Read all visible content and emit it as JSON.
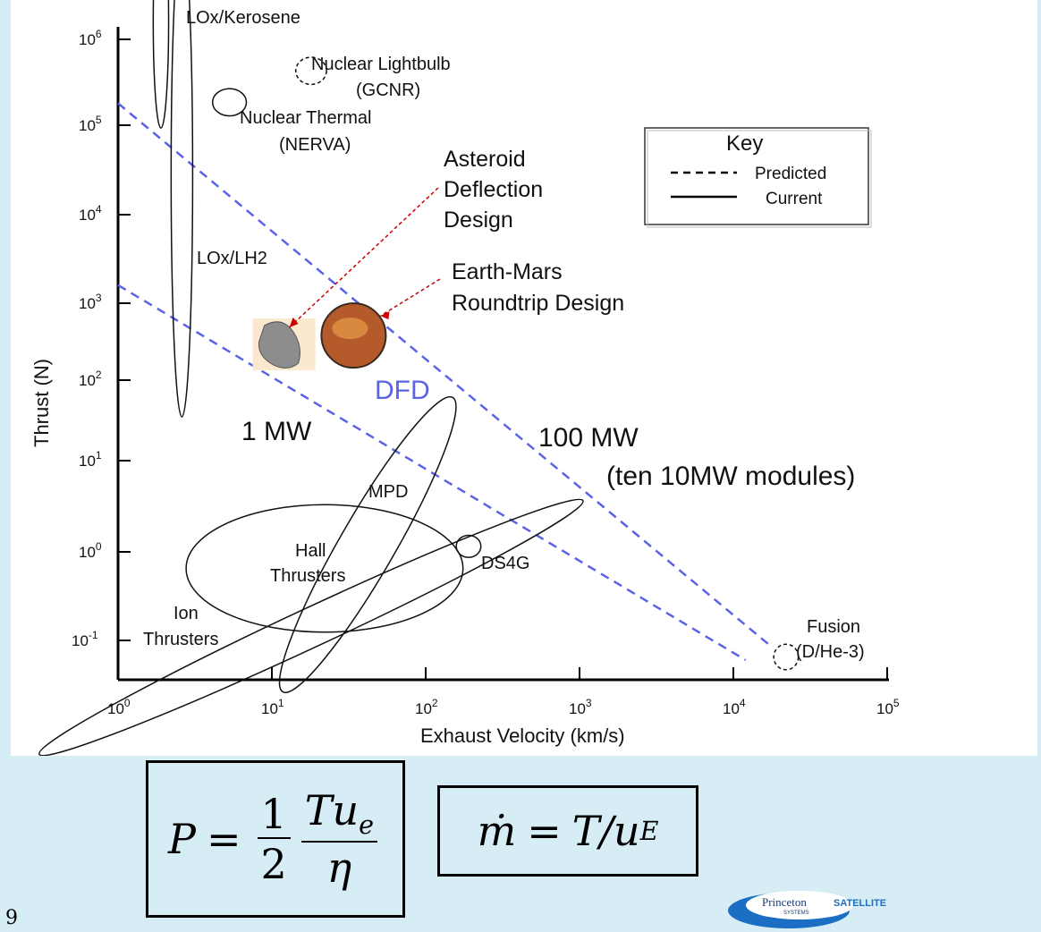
{
  "chart_data": {
    "type": "scatter",
    "title": "",
    "xlabel": "Exhaust Velocity (km/s)",
    "ylabel": "Thrust (N)",
    "x_scale": "log",
    "y_scale": "log",
    "xlim": [
      1,
      100000
    ],
    "ylim": [
      0.05,
      1000000
    ],
    "grid": false,
    "x_ticks": [
      {
        "value": 1,
        "base": "10",
        "exp": "0"
      },
      {
        "value": 10,
        "base": "10",
        "exp": "1"
      },
      {
        "value": 100,
        "base": "10",
        "exp": "2"
      },
      {
        "value": 1000,
        "base": "10",
        "exp": "3"
      },
      {
        "value": 10000,
        "base": "10",
        "exp": "4"
      },
      {
        "value": 100000,
        "base": "10",
        "exp": "5"
      }
    ],
    "y_ticks": [
      {
        "value": 0.1,
        "base": "10",
        "exp": "-1"
      },
      {
        "value": 1,
        "base": "10",
        "exp": "0"
      },
      {
        "value": 10,
        "base": "10",
        "exp": "1"
      },
      {
        "value": 100,
        "base": "10",
        "exp": "2"
      },
      {
        "value": 1000,
        "base": "10",
        "exp": "3"
      },
      {
        "value": 10000,
        "base": "10",
        "exp": "4"
      },
      {
        "value": 100000,
        "base": "10",
        "exp": "5"
      },
      {
        "value": 1000000,
        "base": "10",
        "exp": "6"
      }
    ],
    "power_lines": [
      {
        "name": "1 MW",
        "color": "#5b62e6",
        "x": [
          1,
          12000
        ],
        "y": [
          1600,
          0.06
        ]
      },
      {
        "name": "100 MW",
        "color": "#5b62e6",
        "x": [
          1,
          17000
        ],
        "y": [
          180000,
          0.09
        ]
      }
    ],
    "line_annotations": {
      "dfd": "DFD",
      "one_mw": "1 MW",
      "hundred_mw": "100 MW",
      "modules": "(ten 10MW modules)"
    },
    "regions": [
      {
        "id": "lox-kerosene",
        "label": [
          "LOx/Kerosene"
        ],
        "style": "solid",
        "cx": 1.9,
        "cy": 1600000,
        "rx_dec": 0.05,
        "ry_dec": 1.25,
        "rot": 0
      },
      {
        "id": "lox-lh2",
        "label": [
          "LOx/LH2"
        ],
        "style": "solid",
        "cx": 2.6,
        "cy": 28000,
        "rx_dec": 0.07,
        "ry_dec": 2.85,
        "rot": 0
      },
      {
        "id": "nuclear-thermal",
        "label": [
          "Nuclear Thermal",
          "(NERVA)"
        ],
        "style": "solid",
        "cx": 5.3,
        "cy": 185000,
        "rx_dec": 0.11,
        "ry_dec": 0.16,
        "rot": 0
      },
      {
        "id": "nuclear-lightbulb",
        "label": [
          "Nuclear Lightbulb",
          "(GCNR)"
        ],
        "style": "dashed",
        "cx": 18,
        "cy": 430000,
        "rx_dec": 0.1,
        "ry_dec": 0.16,
        "rot": 0
      },
      {
        "id": "mpd",
        "label": [
          "MPD"
        ],
        "style": "solid",
        "cx": 42,
        "cy": 1.2,
        "rx_dec": 0.18,
        "ry_dec": 2.0,
        "rot": 30
      },
      {
        "id": "hall-thrusters",
        "label": [
          "Hall",
          "Thrusters"
        ],
        "style": "solid",
        "cx": 22,
        "cy": 0.65,
        "rx_dec": 0.9,
        "ry_dec": 0.75,
        "rot": 0
      },
      {
        "id": "ion-thrusters",
        "label": [
          "Ion",
          "Thrusters"
        ],
        "style": "solid",
        "cx": 18,
        "cy": 0.14,
        "rx_dec": 1.95,
        "ry_dec": 0.23,
        "rot": -25
      },
      {
        "id": "ds4g",
        "label": [
          "DS4G"
        ],
        "style": "solid",
        "cx": 190,
        "cy": 1.15,
        "rx_dec": 0.08,
        "ry_dec": 0.13,
        "rot": 0
      },
      {
        "id": "fusion",
        "label": [
          "Fusion",
          "(D/He-3)"
        ],
        "style": "dashed",
        "cx": 22000,
        "cy": 0.065,
        "rx_dec": 0.08,
        "ry_dec": 0.15,
        "rot": 0
      }
    ],
    "designs": [
      {
        "id": "asteroid-deflection",
        "label": [
          "Asteroid",
          "Deflection",
          "Design"
        ],
        "x": 12,
        "y": 300
      },
      {
        "id": "earth-mars-roundtrip",
        "label": [
          "Earth-Mars",
          "Roundtrip Design"
        ],
        "x": 34,
        "y": 380
      }
    ],
    "legend": {
      "title": "Key",
      "placement": "top-right",
      "entries": [
        {
          "label": "Predicted",
          "style": "dashed"
        },
        {
          "label": "Current",
          "style": "solid"
        }
      ]
    }
  },
  "formulas": {
    "power": {
      "lhs": "P",
      "eq": "=",
      "frac1_num": "1",
      "frac1_den": "2",
      "frac2_num_a": "Tu",
      "frac2_num_sub": "e",
      "frac2_den": "η"
    },
    "mass_flow": {
      "lhs": "ṁ",
      "eq": "=",
      "rhs_a": "T/u",
      "rhs_sub": "E"
    }
  },
  "slide_number": "9",
  "logo": {
    "text_a": "Princeton",
    "text_b": "SATELLITE",
    "text_c": "SYSTEMS",
    "color": "#1a6fc4"
  }
}
